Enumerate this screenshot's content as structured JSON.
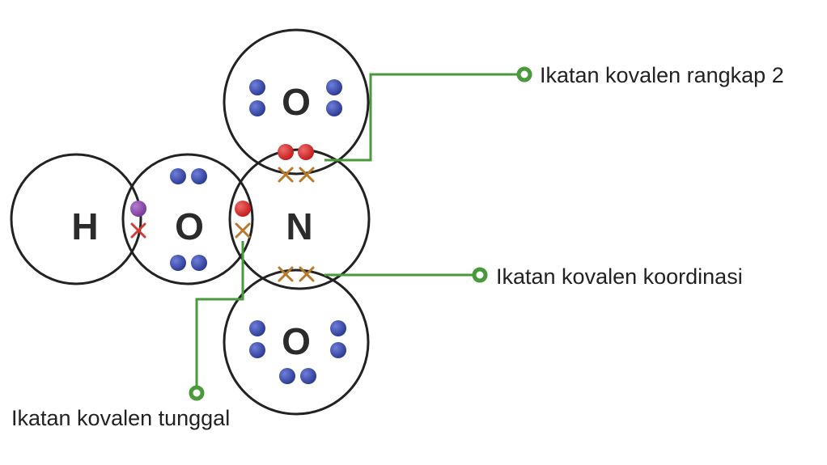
{
  "atoms": {
    "hydrogen": "H",
    "oxygen_center": "O",
    "nitrogen": "N",
    "oxygen_top": "O",
    "oxygen_bottom": "O"
  },
  "callouts": {
    "double_bond": "Ikatan kovalen rangkap 2",
    "coordinate_bond": "Ikatan kovalen koordinasi",
    "single_bond": "Ikatan kovalen tunggal"
  },
  "colors": {
    "lone_pair_electron": "#3b4aa8",
    "shared_electron_red": "#d62a2a",
    "hydrogen_electron": "#8e44ad",
    "cross_hydrogen": "#d23a3a",
    "cross_nitrogen": "#b8792a",
    "leader_line": "#4a9a3c"
  }
}
